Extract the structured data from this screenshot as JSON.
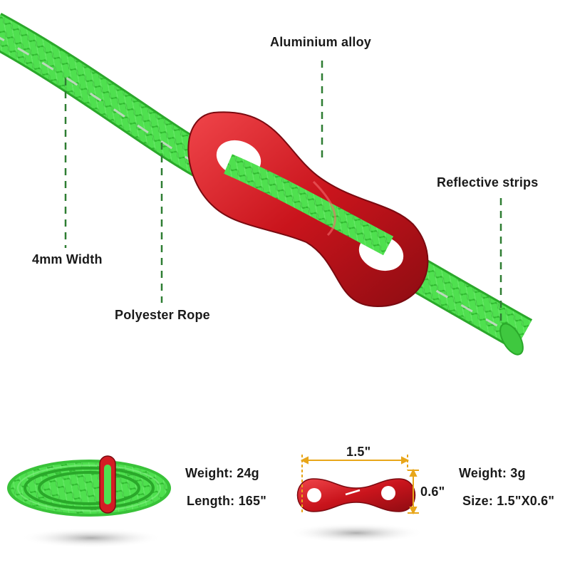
{
  "labels": {
    "aluminium": "Aluminium alloy",
    "reflective": "Reflective strips",
    "width": "4mm Width",
    "rope": "Polyester Rope"
  },
  "spec_rope": {
    "weight": "Weight: 24g",
    "length": "Length: 165\""
  },
  "spec_tensioner": {
    "dim_width": "1.5\"",
    "dim_height": "0.6\"",
    "weight": "Weight: 3g",
    "size": "Size: 1.5\"X0.6\""
  },
  "colors": {
    "rope_green": "#4ee04e",
    "tensioner_red": "#d41c24",
    "guide_line": "#2e7d32",
    "dimension_line": "#e8a61a"
  }
}
